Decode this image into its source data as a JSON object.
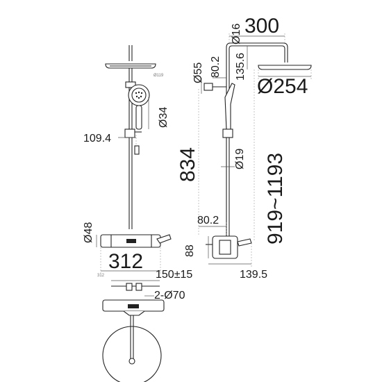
{
  "dimensions": {
    "d16": "Ø16",
    "w300": "300",
    "h80_2_top": "80.2",
    "h135_6": "135.6",
    "d55": "Ø55",
    "d254": "Ø254",
    "d119": "Ø119",
    "d34": "Ø34",
    "w109_4": "109.4",
    "h834": "834",
    "d19": "Ø19",
    "h919_1193": "919~1193",
    "w80_2_bottom": "80.2",
    "d48": "Ø48",
    "h88": "88",
    "w312": "312",
    "w150": "150±15",
    "w139_5": "139.5",
    "w312_small": "312",
    "d70": "2-Ø70"
  }
}
